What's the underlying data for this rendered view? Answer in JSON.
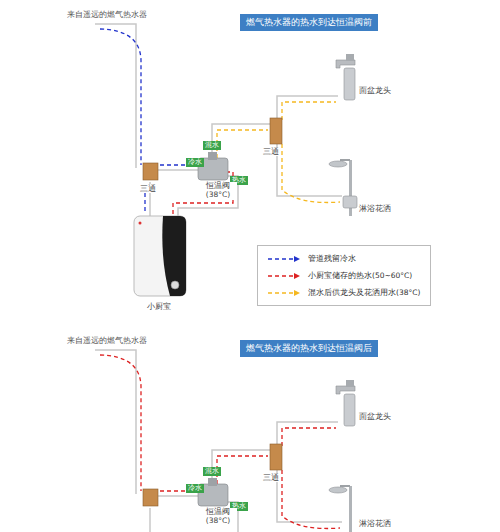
{
  "diagram": {
    "nodes": [
      {
        "text": [
          "燃气热水器的热水到达恒温阀前"
        ]
      },
      {
        "text": [
          "混水"
        ]
      },
      {
        "text": [
          "冷水"
        ]
      },
      {
        "text": [
          "热水"
        ]
      },
      {
        "text": [
          "燃气热水器的热水到达恒温阀后"
        ]
      },
      {
        "text": [
          "混水"
        ]
      },
      {
        "text": [
          "冷水"
        ]
      },
      {
        "text": [
          "热水"
        ]
      }
    ],
    "labels": [
      "来自遥远的燃气热水器",
      "面盆龙头",
      "三通",
      "三通",
      "恒温阀 (38°C)",
      "淋浴花洒",
      "小厨宝",
      "来自遥远的燃气热水器",
      "面盆龙头",
      "三通",
      "恒温阀 (38°C)",
      "淋浴花洒"
    ],
    "legend": [
      {
        "text": "管道残留冷水"
      },
      {
        "text": "小厨宝储存的热水(50~60°C)"
      },
      {
        "text": "混水后供龙头及花洒用水(38°C)"
      }
    ]
  }
}
